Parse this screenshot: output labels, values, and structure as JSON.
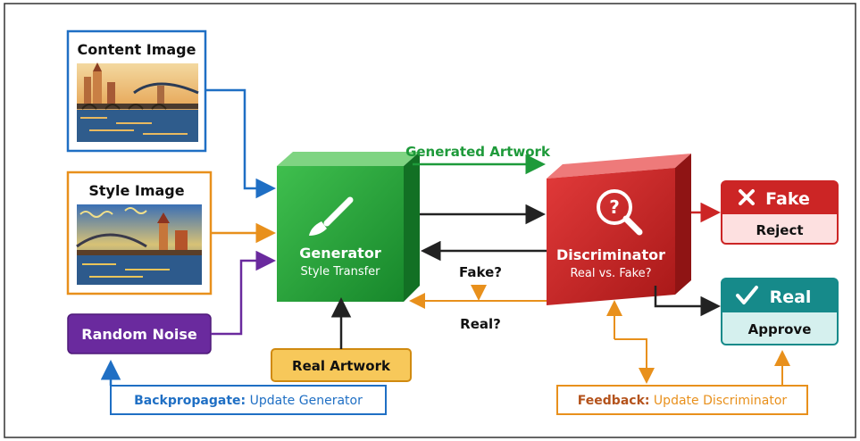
{
  "content_image": {
    "label": "Content Image"
  },
  "style_image": {
    "label": "Style Image"
  },
  "random_noise": {
    "label": "Random Noise"
  },
  "generator": {
    "title": "Generator",
    "subtitle": "Style Transfer"
  },
  "discriminator": {
    "title": "Discriminator",
    "subtitle": "Real vs. Fake?"
  },
  "generated_artwork": {
    "label": "Generated Artwork"
  },
  "fake_question": {
    "label": "Fake?"
  },
  "real_question": {
    "label": "Real?"
  },
  "real_artwork": {
    "label": "Real Artwork"
  },
  "fake_result": {
    "title": "Fake",
    "action": "Reject"
  },
  "real_result": {
    "title": "Real",
    "action": "Approve"
  },
  "backpropagate": {
    "keyword": "Backpropagate:",
    "text": " Update Generator"
  },
  "feedback": {
    "keyword": "Feedback:",
    "text": " Update Discriminator"
  },
  "colors": {
    "blue": "#1f6fc4",
    "orange": "#e8901c",
    "purple": "#6a2a9e",
    "green": "#1e9a3a",
    "red": "#cc2525",
    "teal": "#168a8a",
    "dark": "#222222"
  }
}
